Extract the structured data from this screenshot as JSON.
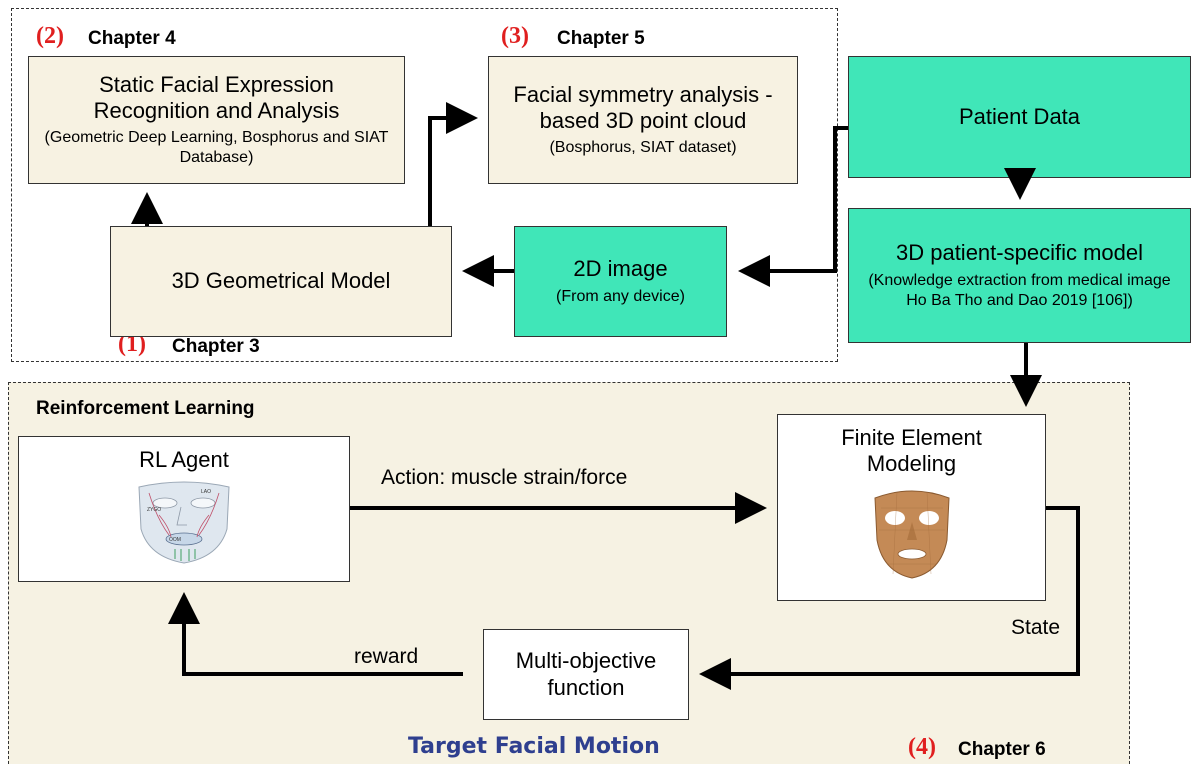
{
  "chapters": [
    {
      "number": "(1)",
      "label": "Chapter 3"
    },
    {
      "number": "(2)",
      "label": "Chapter 4"
    },
    {
      "number": "(3)",
      "label": "Chapter 5"
    },
    {
      "number": "(4)",
      "label": "Chapter 6"
    }
  ],
  "boxes": {
    "static_fer": {
      "title": "Static Facial Expression Recognition and Analysis",
      "subtitle": "(Geometric Deep Learning, Bosphorus and SIAT Database)"
    },
    "symmetry": {
      "title": "Facial symmetry analysis - based 3D point cloud",
      "subtitle": "(Bosphorus, SIAT dataset)"
    },
    "patient_data": {
      "title": "Patient Data"
    },
    "geometrical_model": {
      "title": "3D Geometrical Model"
    },
    "image_2d": {
      "title": "2D image",
      "subtitle": "(From any device)"
    },
    "patient_model": {
      "title": "3D patient-specific model",
      "subtitle": "(Knowledge extraction from medical image Ho Ba Tho and Dao 2019 [106])"
    },
    "rl_agent": {
      "title": "RL Agent"
    },
    "fem": {
      "title": "Finite Element Modeling"
    },
    "multi_objective": {
      "title": "Multi-objective function"
    }
  },
  "labels": {
    "reinforcement_learning": "Reinforcement Learning",
    "action": "Action: muscle strain/force",
    "state": "State",
    "reward": "reward",
    "target_motion": "Target Facial Motion"
  },
  "colors": {
    "beige_box": "#f7f2e2",
    "teal_box": "#40e6b8",
    "bottom_region": "#f6f2e3",
    "chapter_number": "#e01f1f",
    "target_motion_text": "#2e3f8f"
  }
}
